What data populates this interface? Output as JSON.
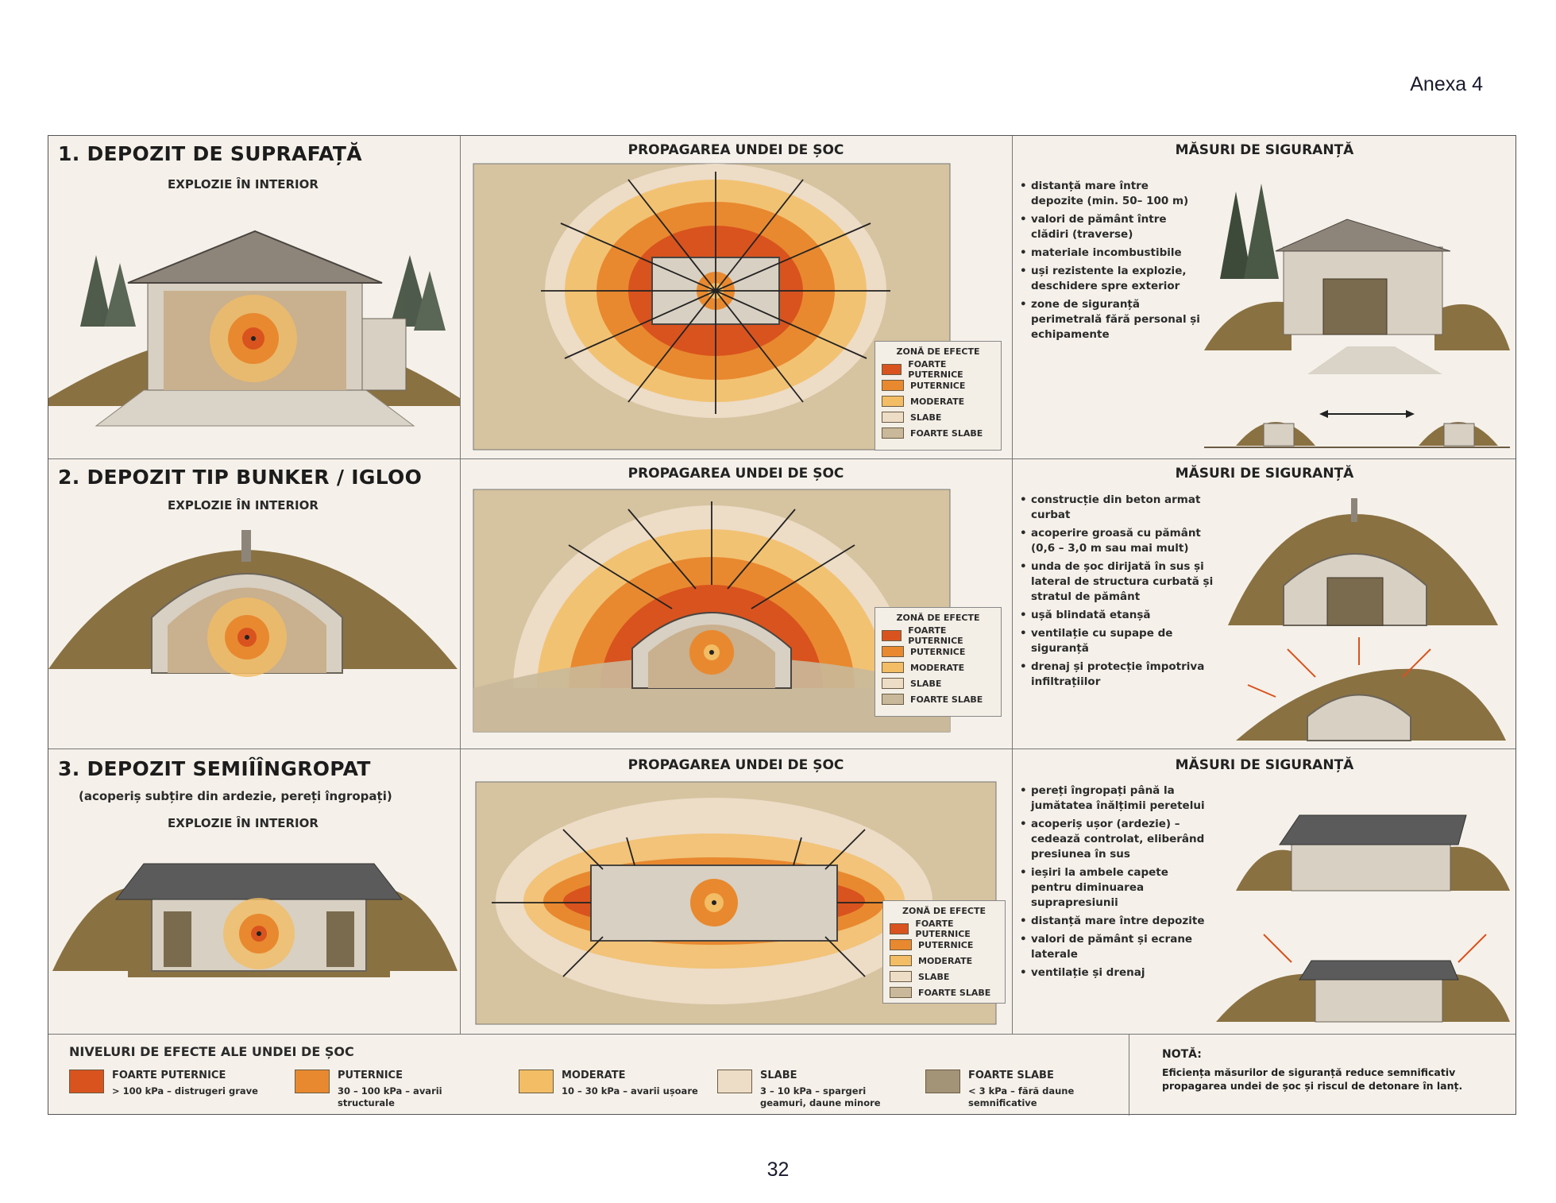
{
  "page": {
    "annex": "Anexa 4",
    "page_number": "32"
  },
  "sections": [
    {
      "title": "1. DEPOZIT DE SUPRAFAȚĂ",
      "subtitle": "EXPLOZIE ÎN INTERIOR",
      "propagation_title": "PROPAGAREA UNDEI DE ȘOC",
      "measures_title": "MĂSURI DE SIGURANȚĂ",
      "measures": [
        "distanță mare între depozite (min. 50– 100 m)",
        "valori de pământ între clădiri (traverse)",
        "materiale incombustibile",
        "uși rezistente la explozie, deschidere spre exterior",
        "zone de siguranță perimetrală fără personal și echipamente"
      ]
    },
    {
      "title": "2. DEPOZIT TIP BUNKER / IGLOO",
      "subtitle": "EXPLOZIE ÎN INTERIOR",
      "propagation_title": "PROPAGAREA UNDEI DE ȘOC",
      "measures_title": "MĂSURI DE SIGURANȚĂ",
      "measures": [
        "construcție din beton armat curbat",
        "acoperire groasă cu pământ (0,6 – 3,0 m sau mai mult)",
        "unda de șoc dirijată în sus și lateral de structura curbată și stratul de pământ",
        "ușă blindată etanșă",
        "ventilație cu supape de siguranță",
        "drenaj și protecție împotriva infiltrațiilor"
      ]
    },
    {
      "title": "3. DEPOZIT SEMIÎÎNGROPAT",
      "note": "(acoperiș subțire din ardezie, pereți îngropați)",
      "subtitle": "EXPLOZIE ÎN INTERIOR",
      "propagation_title": "PROPAGAREA UNDEI DE ȘOC",
      "measures_title": "MĂSURI DE SIGURANȚĂ",
      "measures": [
        "pereți îngropați până la jumătatea înălțimii peretelui",
        "acoperiș ușor (ardezie) – cedează controlat, eliberând presiunea în sus",
        "ieșiri la ambele capete pentru diminuarea suprapresiunii",
        "distanță mare între depozite",
        "valori de pământ și ecrane laterale",
        "ventilație și drenaj"
      ]
    }
  ],
  "zone_legend": {
    "title": "ZONĂ DE EFECTE",
    "items": [
      "FOARTE PUTERNICE",
      "PUTERNICE",
      "MODERATE",
      "SLABE",
      "FOARTE SLABE"
    ]
  },
  "levels": {
    "title": "NIVELURI DE EFECTE ALE UNDEI DE ȘOC",
    "items": [
      {
        "name": "FOARTE PUTERNICE",
        "desc": "> 100 kPa – distrugeri grave",
        "color": "#d9531e"
      },
      {
        "name": "PUTERNICE",
        "desc": "30 – 100 kPa – avarii structurale",
        "color": "#e8892f"
      },
      {
        "name": "MODERATE",
        "desc": "10 – 30 kPa – avarii ușoare",
        "color": "#f2bd64"
      },
      {
        "name": "SLABE",
        "desc": "3 – 10 kPa – spargeri geamuri, daune minore",
        "color": "#eddcc6"
      },
      {
        "name": "FOARTE SLABE",
        "desc": "< 3 kPa – fără daune semnificative",
        "color": "#a39377"
      }
    ]
  },
  "note": {
    "title": "NOTĂ:",
    "text": "Eficiența măsurilor de siguranță reduce semnificativ propagarea undei de șoc și riscul de detonare în lanț."
  },
  "colors": {
    "zone_very_strong": "#d9531e",
    "zone_strong": "#e8892f",
    "zone_moderate": "#f2bd64",
    "zone_weak": "#eddcc6",
    "zone_very_weak": "#c9b99a",
    "earth": "#8a7142",
    "concrete": "#d8d0c2",
    "roof": "#5b5b5b"
  }
}
